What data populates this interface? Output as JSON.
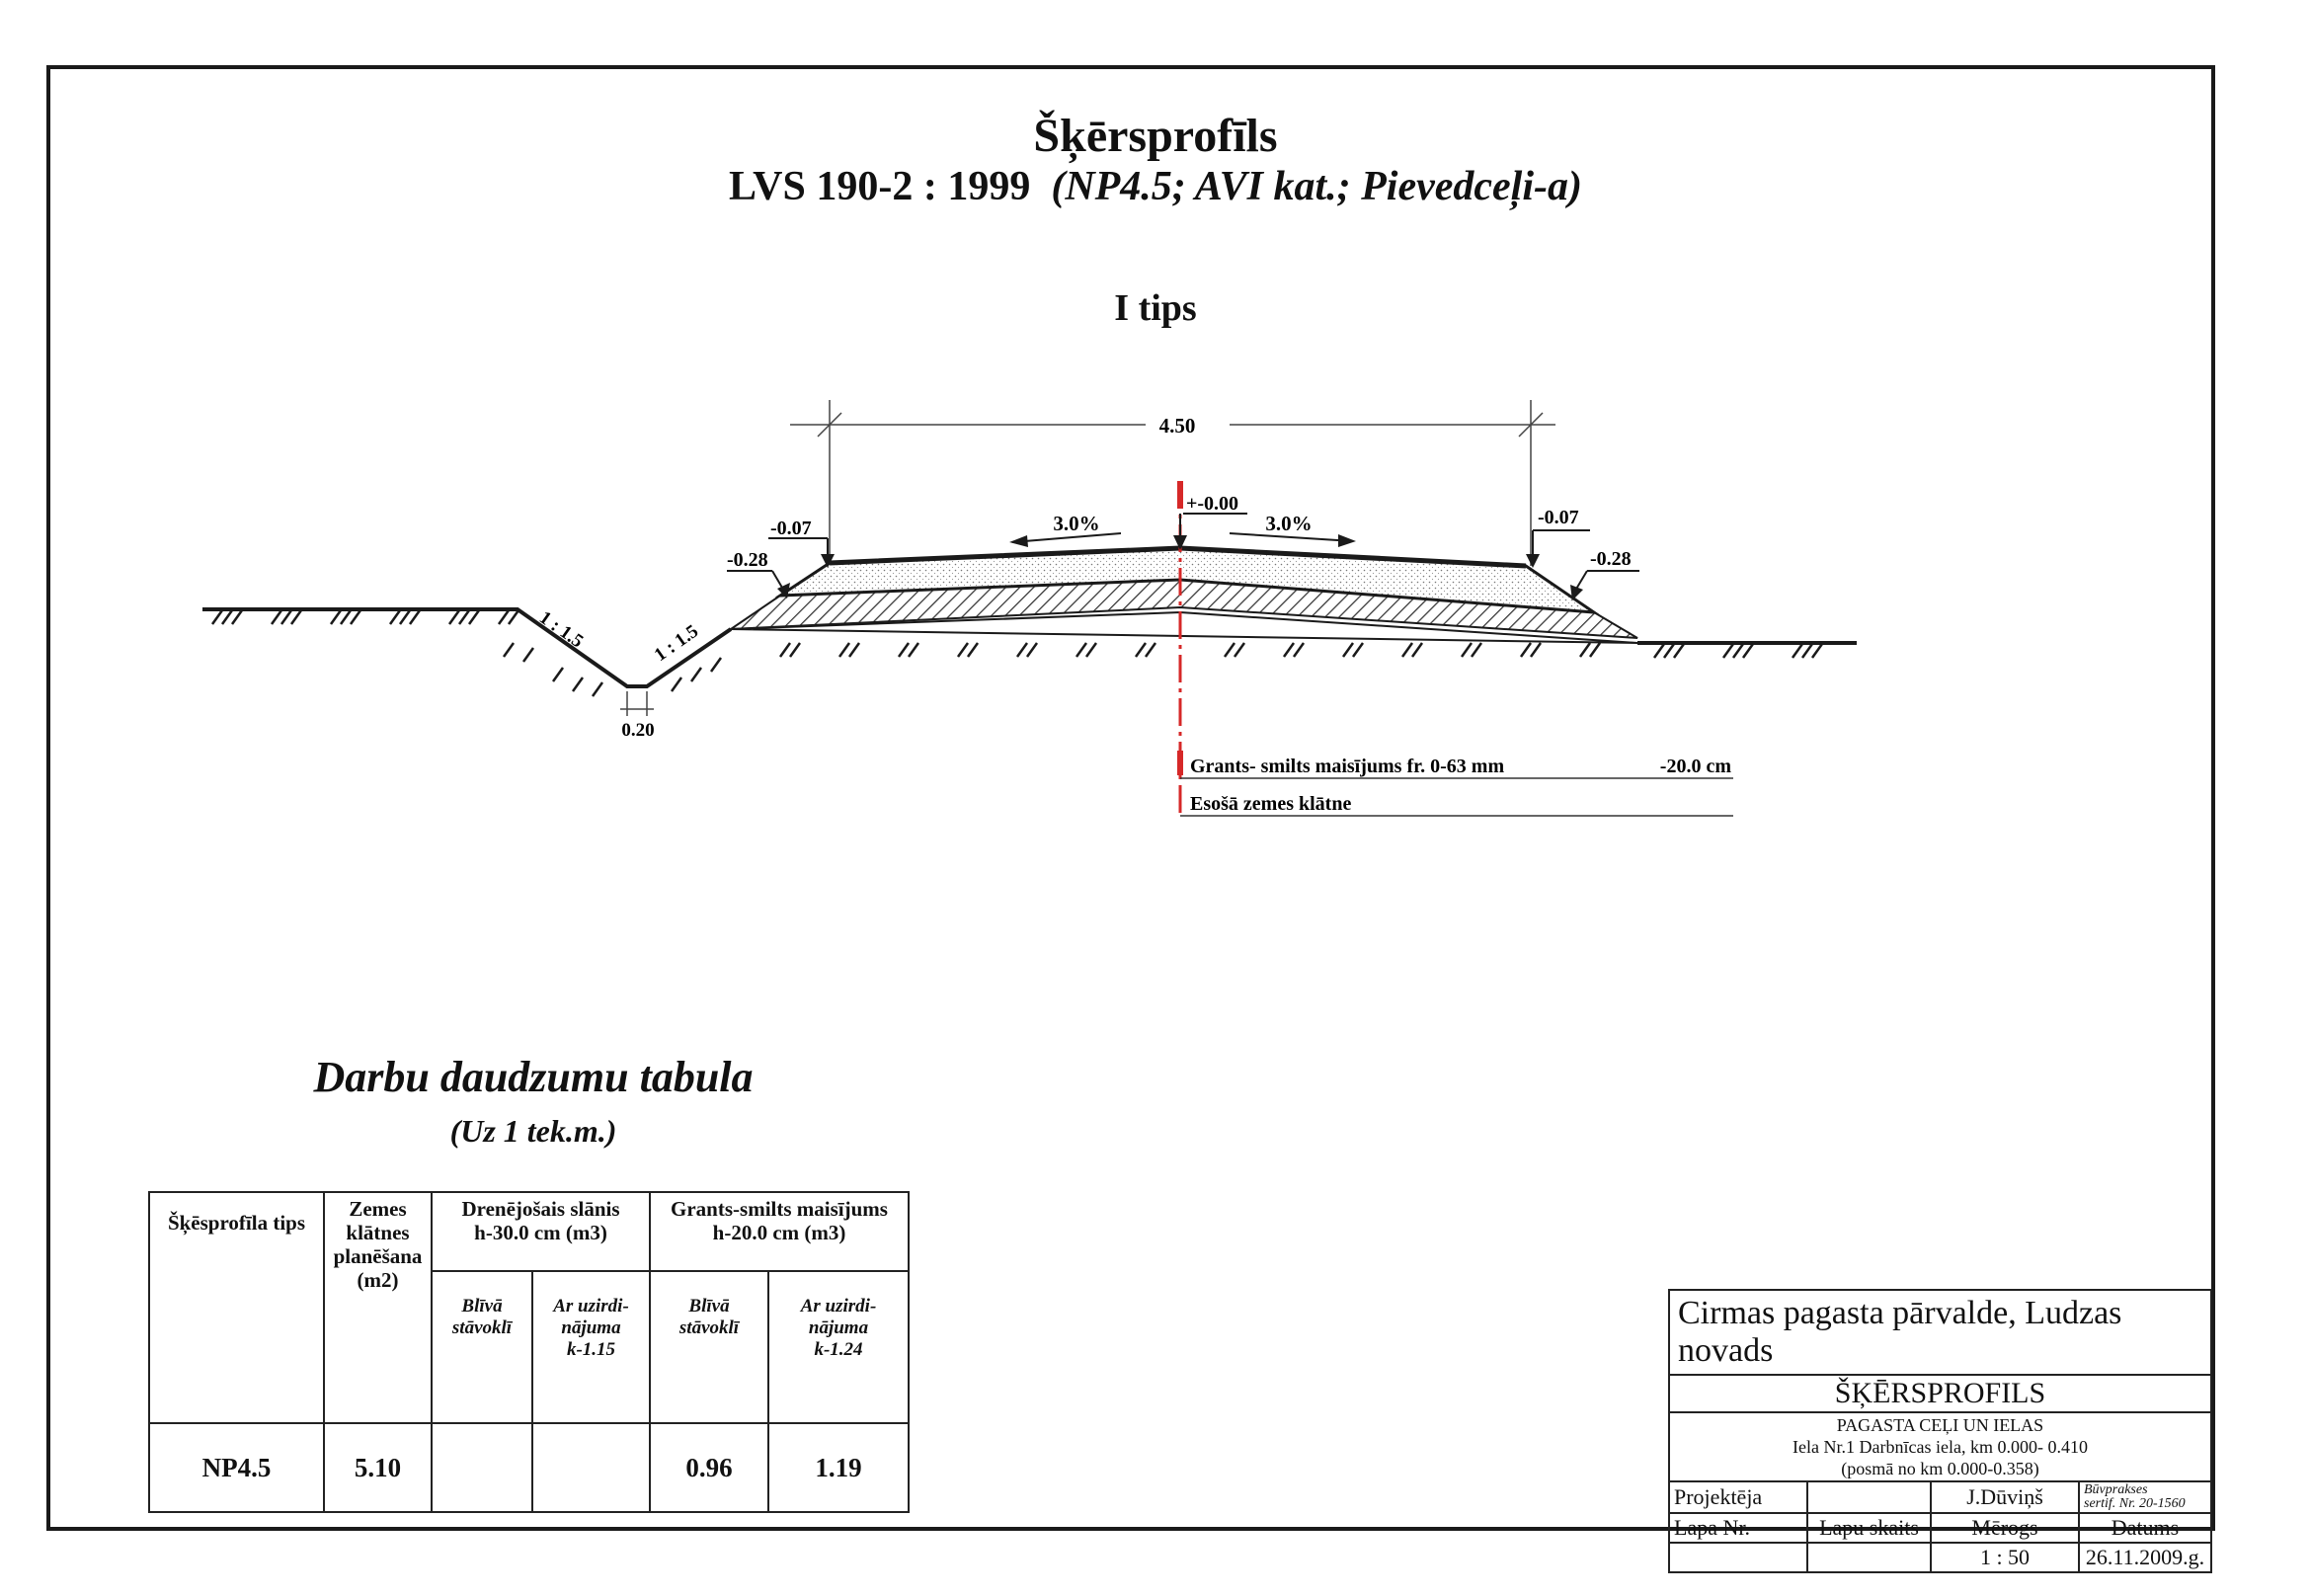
{
  "heading": {
    "title": "Šķērsprofīls",
    "standard": "LVS 190-2 : 1999",
    "category": "(NP4.5; AVI kat.; Pievedceļi-a)",
    "type": "I tips"
  },
  "profile": {
    "width_label": "4.50",
    "axis_label": "+-0.00",
    "slope_left": "3.0%",
    "slope_right": "3.0%",
    "edge_left_top": "-0.07",
    "edge_left_bottom": "-0.28",
    "edge_right_top": "-0.07",
    "edge_right_bottom": "-0.28",
    "ditch_slope_outer": "1 : 1.5",
    "ditch_slope_inner": "1 : 1.5",
    "ditch_bottom": "0.20",
    "layer_1_name": "Grants- smilts  maisījums fr. 0-63 mm",
    "layer_1_thickness": "-20.0 cm",
    "layer_2_name": "Esošā zemes klātne",
    "colors": {
      "axis": "#d62828",
      "line": "#1a1a1a"
    }
  },
  "quantities": {
    "title": "Darbu daudzumu tabula",
    "subtitle": "(Uz 1 tek.m.)",
    "headers": {
      "type": "Šķēsprofīla tips",
      "planing_line1": "Zemes",
      "planing_line2": "klātnes",
      "planing_line3": "planēšana",
      "planing_line4": "(m2)",
      "drain_line1": "Drenējošais slānis",
      "drain_line2": "h-30.0 cm (m3)",
      "gravel_line1": "Grants-smilts maisījums",
      "gravel_line2": "h-20.0 cm (m3)",
      "dense_line1": "Blīvā",
      "dense_line2": "stāvoklī",
      "loose1_line1": "Ar uzirdi-",
      "loose1_line2": "nājuma",
      "loose1_line3": "k-1.15",
      "dense2_line1": "Blīvā",
      "dense2_line2": "stāvoklī",
      "loose2_line1": "Ar uzirdi-",
      "loose2_line2": "nājuma",
      "loose2_line3": "k-1.24"
    },
    "row": {
      "type": "NP4.5",
      "planing": "5.10",
      "drain_dense": "",
      "drain_loose": "",
      "gravel_dense": "0.96",
      "gravel_loose": "1.19"
    }
  },
  "stamp": {
    "organization": "Cirmas pagasta pārvalde, Ludzas novads",
    "drawing_name": "ŠĶĒRSPROFILS",
    "project_line1": "PAGASTA  CEĻI  UN  IELAS",
    "project_line2": "Iela Nr.1 Darbnīcas iela,  km 0.000- 0.410",
    "project_line3": "(posmā no  km 0.000-0.358)",
    "designer_label": "Projektēja",
    "designer_name": "J.Dūviņš",
    "cert_line1": "Būvprakses",
    "cert_line2": "sertif. Nr. 20-1560",
    "sheet_label": "Lapa Nr.",
    "sheets_label": "Lapu skaits",
    "scale_label": "Mērogs",
    "date_label": "Datums",
    "scale_value": "1 : 50",
    "date_value": "26.11.2009.g."
  }
}
